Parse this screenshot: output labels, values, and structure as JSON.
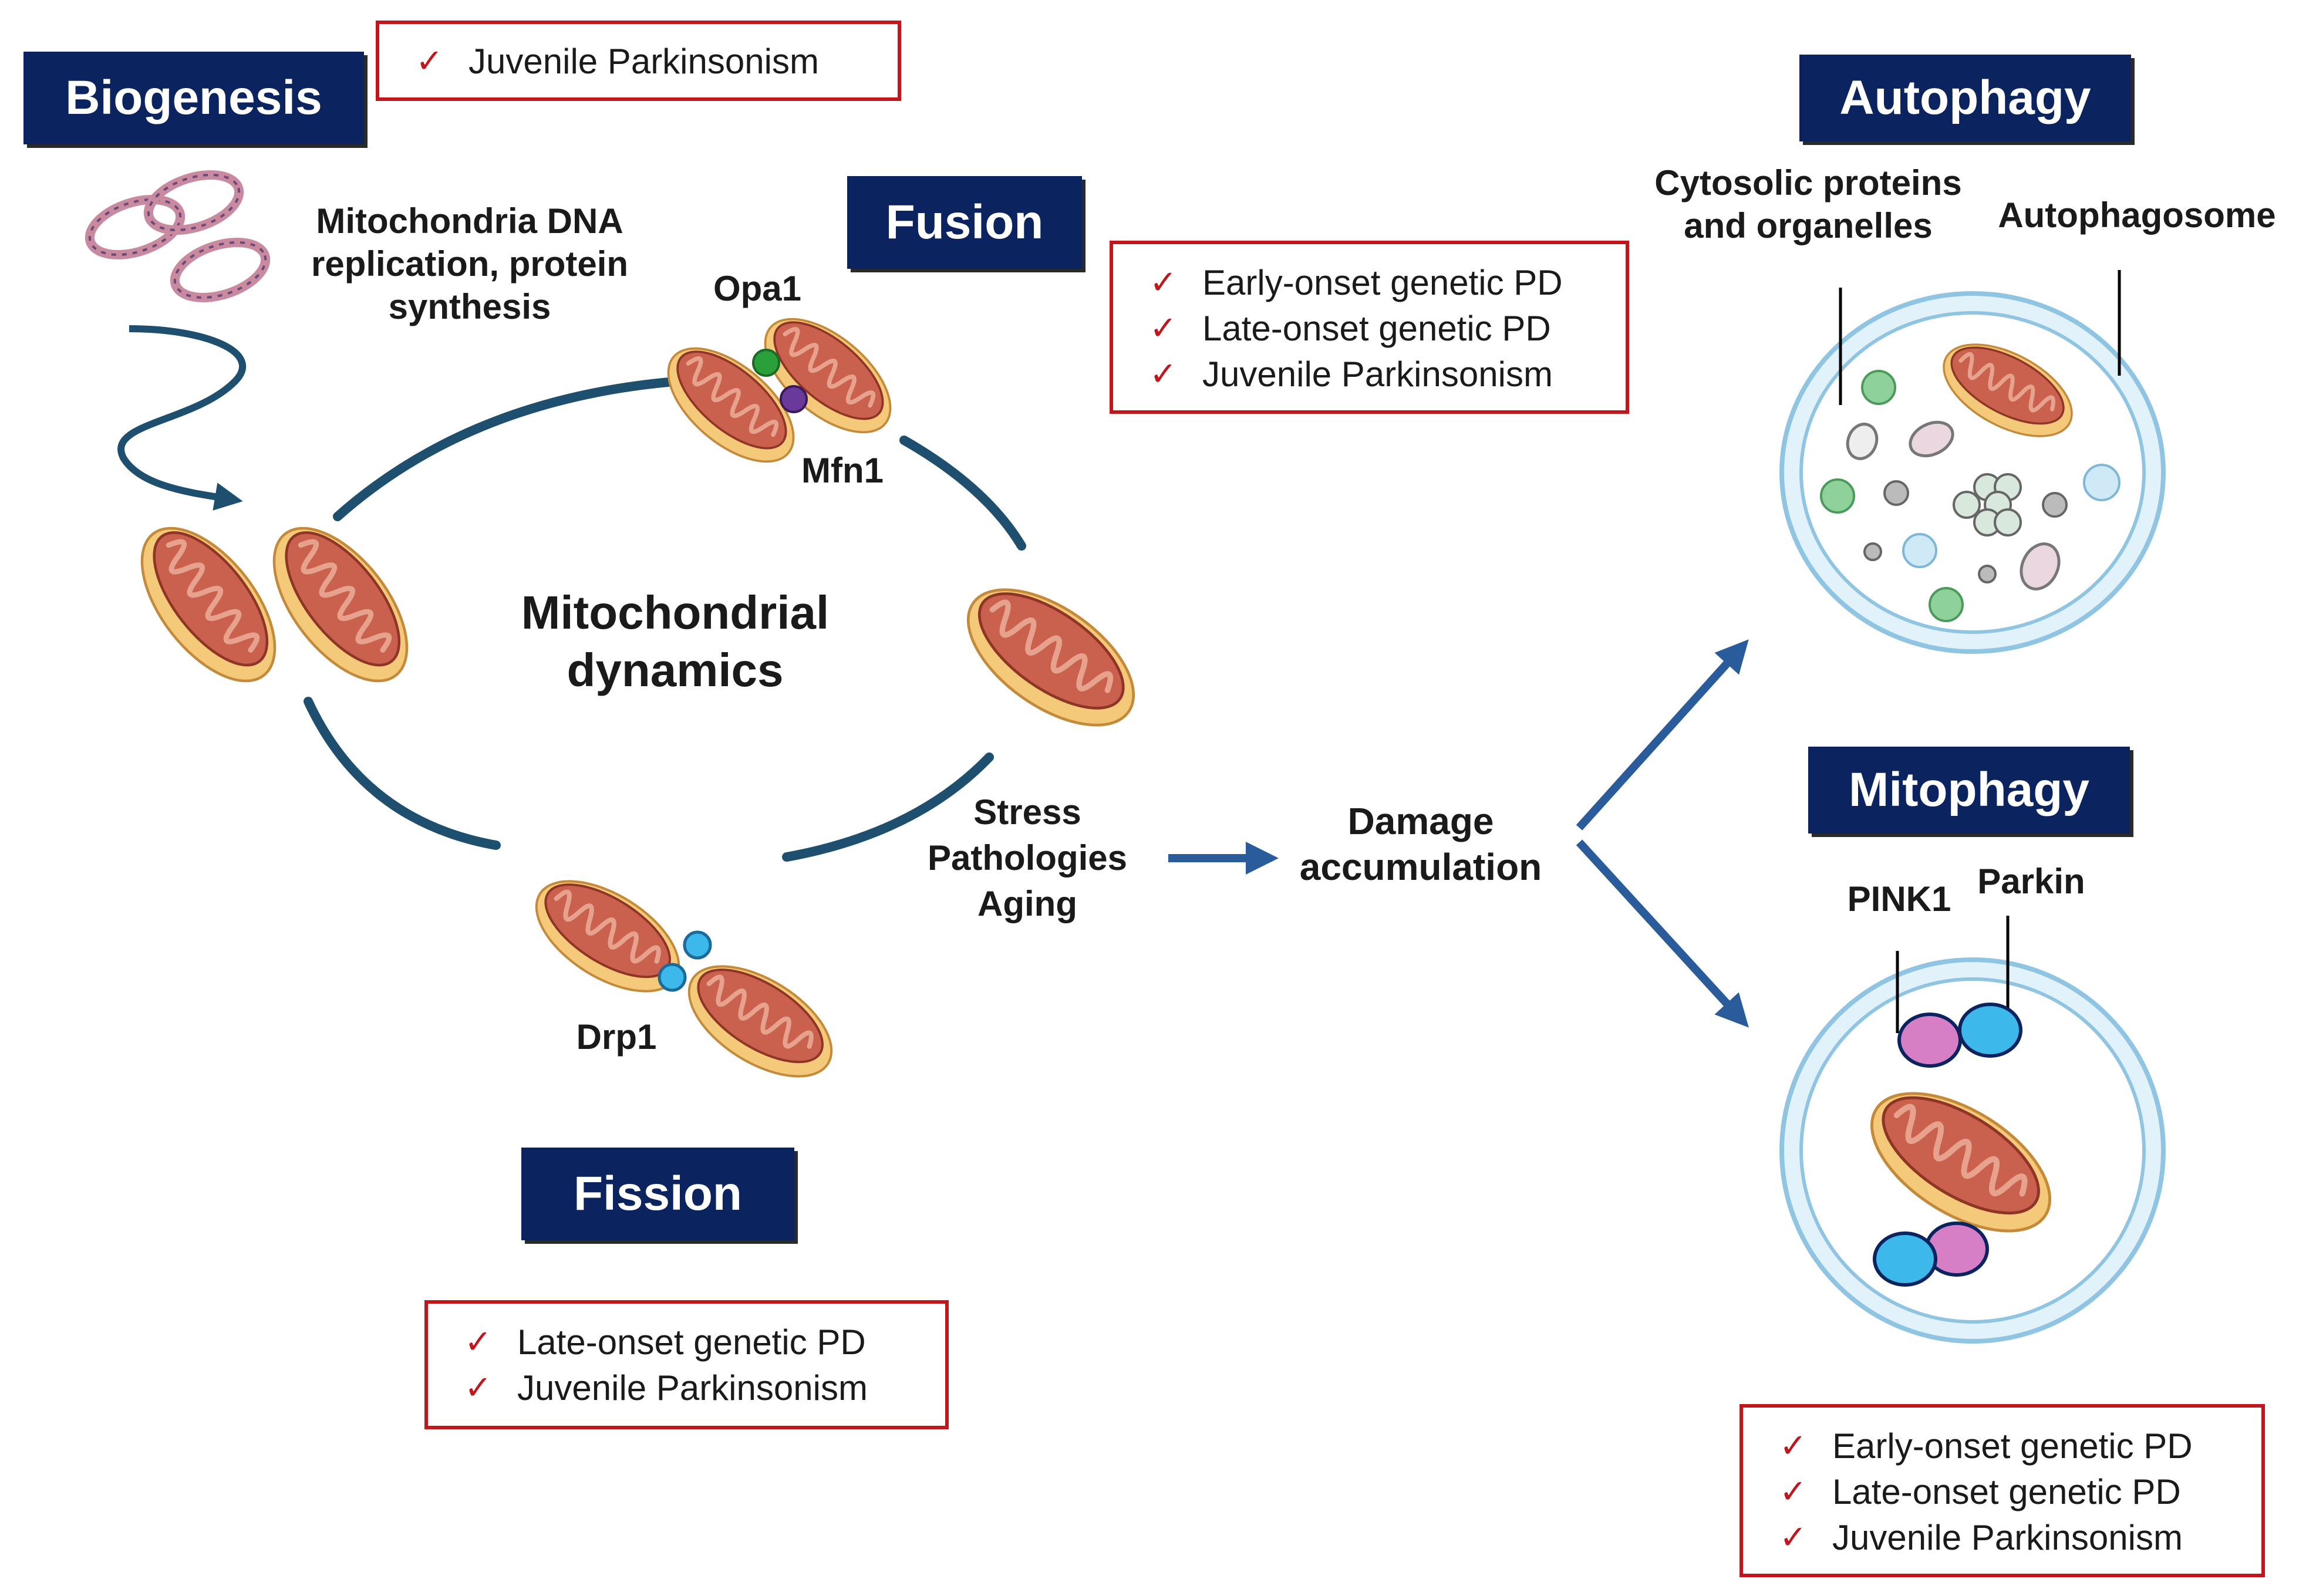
{
  "sections": {
    "biogenesis": "Biogenesis",
    "fusion": "Fusion",
    "fission": "Fission",
    "autophagy": "Autophagy",
    "mitophagy": "Mitophagy"
  },
  "labels": {
    "biogenesis_desc": [
      "Mitochondria DNA",
      "replication, protein",
      "synthesis"
    ],
    "opa1": "Opa1",
    "mfn1": "Mfn1",
    "drp1": "Drp1",
    "center": [
      "Mitochondrial",
      "dynamics"
    ],
    "stress": [
      "Stress",
      "Pathologies",
      "Aging"
    ],
    "damage": [
      "Damage",
      "accumulation"
    ],
    "cytosolic": [
      "Cytosolic proteins",
      "and organelles"
    ],
    "autophagosome": "Autophagosome",
    "pink1": "PINK1",
    "parkin": "Parkin"
  },
  "checklists": {
    "biogenesis": [
      "Juvenile Parkinsonism"
    ],
    "fusion": [
      "Early-onset genetic PD",
      "Late-onset genetic PD",
      "Juvenile Parkinsonism"
    ],
    "fission": [
      "Late-onset genetic PD",
      "Juvenile Parkinsonism"
    ],
    "mitophagy": [
      "Early-onset genetic PD",
      "Late-onset genetic PD",
      "Juvenile Parkinsonism"
    ]
  },
  "check_icon": "check-mark-icon",
  "colors": {
    "title_bg": "#0b2460",
    "box_border": "#c0161c",
    "cycle_arrow": "#1f4f6e",
    "flow_arrow": "#2a5b9a",
    "mito_outer": "#f4c97a",
    "mito_inner": "#c9614e",
    "pink1": "#d77fc6",
    "parkin": "#3cb9ea"
  }
}
